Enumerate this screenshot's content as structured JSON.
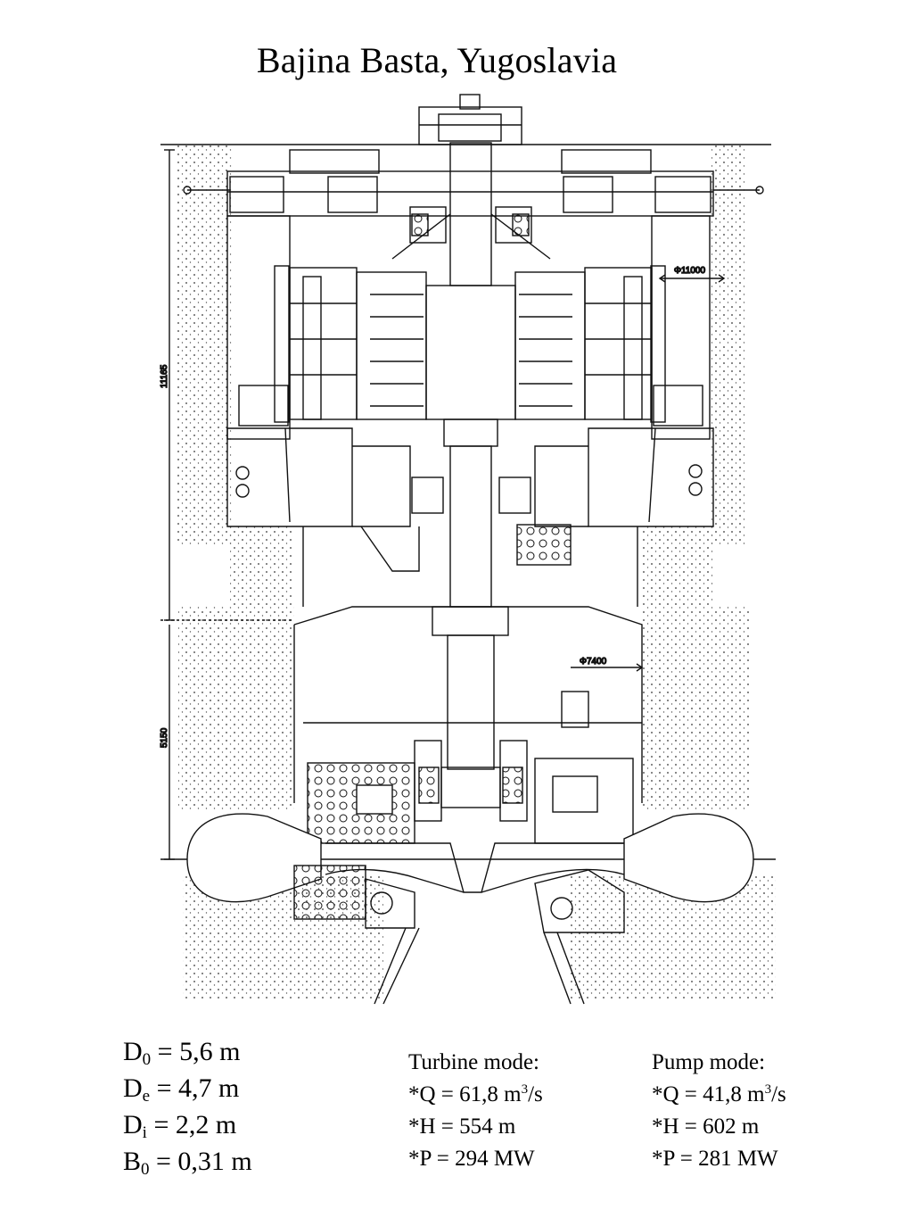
{
  "title": "Bajina Basta, Yugoslavia",
  "dimensions": {
    "height_upper": "11165",
    "height_lower": "5150",
    "diameter_stator": "Φ11000",
    "diameter_pit": "Φ7400"
  },
  "parameters": [
    {
      "symbol": "D",
      "sub": "0",
      "value": " = 5,6 m"
    },
    {
      "symbol": "D",
      "sub": "e",
      "value": " = 4,7 m"
    },
    {
      "symbol": "D",
      "sub": "i",
      "value": " = 2,2 m"
    },
    {
      "symbol": "B",
      "sub": "0",
      "value": " = 0,31 m"
    }
  ],
  "turbine_mode": {
    "heading": "Turbine mode:",
    "q_prefix": "*Q = 61,8 m",
    "q_sup": "3",
    "q_suffix": "/s",
    "h": "*H = 554 m",
    "p": "*P = 294 MW"
  },
  "pump_mode": {
    "heading": "Pump mode:",
    "q_prefix": "*Q = 41,8 m",
    "q_sup": "3",
    "q_suffix": "/s",
    "h": "*H = 602 m",
    "p": "*P = 281 MW"
  }
}
